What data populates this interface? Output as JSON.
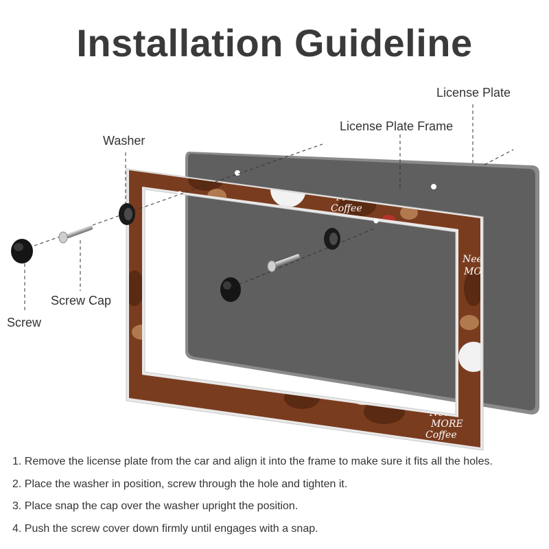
{
  "title": "Installation Guideline",
  "labels": {
    "license_plate": "License Plate",
    "license_plate_frame": "License Plate Frame",
    "washer": "Washer",
    "screw_cap": "Screw Cap",
    "screw": "Screw"
  },
  "frame_pattern_text": [
    "Need",
    "MORE",
    "Coffee"
  ],
  "steps": [
    "1. Remove the license plate from the car and align it into the frame to make sure it fits all the holes.",
    "2. Place the washer in position, screw through the hole and tighten it.",
    "3. Place snap the cap over the washer upright the position.",
    "4. Push the screw cover down firmly until engages with a snap."
  ],
  "colors": {
    "plate": "#5f5f5f",
    "plate_edge": "#8a8a8a",
    "frame": "#7a3c1f",
    "bean": "#5a2a12",
    "cup": "#f2f2f2",
    "sloth": "#b07a4e",
    "text": "#333333"
  }
}
